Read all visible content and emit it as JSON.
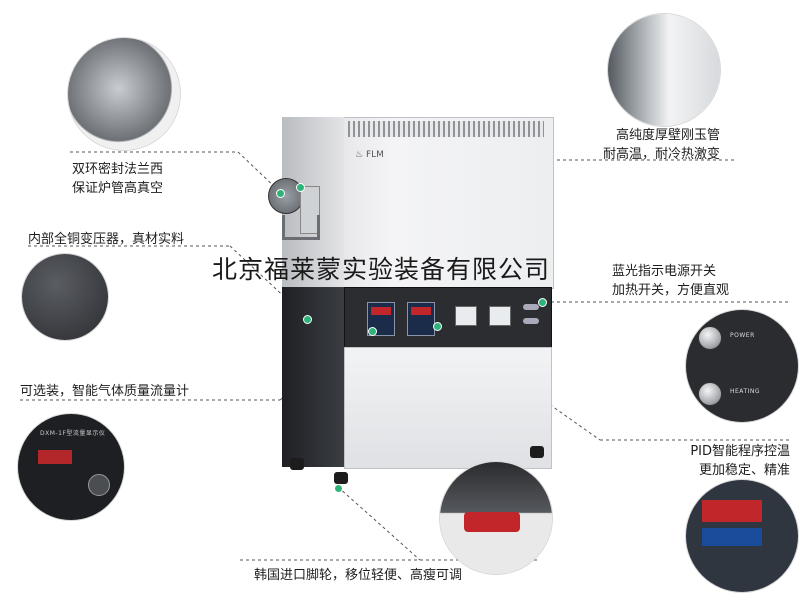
{
  "watermark": "北京福莱蒙实验装备有限公司",
  "logo_text": "FLM",
  "callouts": {
    "flange": [
      "双环密封法兰西",
      "保证炉管高真空"
    ],
    "tube": [
      "高纯度厚壁刚玉管",
      "耐高温，耐冷热激变"
    ],
    "transformer": [
      "内部全铜变压器，真材实料"
    ],
    "power_switch": [
      "蓝光指示电源开关",
      "加热开关，方便直观"
    ],
    "flowmeter": [
      "可选装，智能气体质量流量计"
    ],
    "pid": [
      "PID智能程序控温",
      "更加稳定、精准"
    ],
    "casters": [
      "韩国进口脚轮，移位轻便、高瘦可调"
    ]
  },
  "detail_labels": {
    "power": "POWER",
    "heating": "HEATING",
    "flowmeter_title": "DXM-1F型流量显示仪"
  },
  "colors": {
    "marker": "#2fb37a",
    "panel": "#2b2d31",
    "display_red": "#c0262a"
  },
  "icons": [
    "flange-photo",
    "tube-photo",
    "transformer-photo",
    "switch-photo",
    "flowmeter-photo",
    "pid-photo",
    "caster-photo"
  ]
}
